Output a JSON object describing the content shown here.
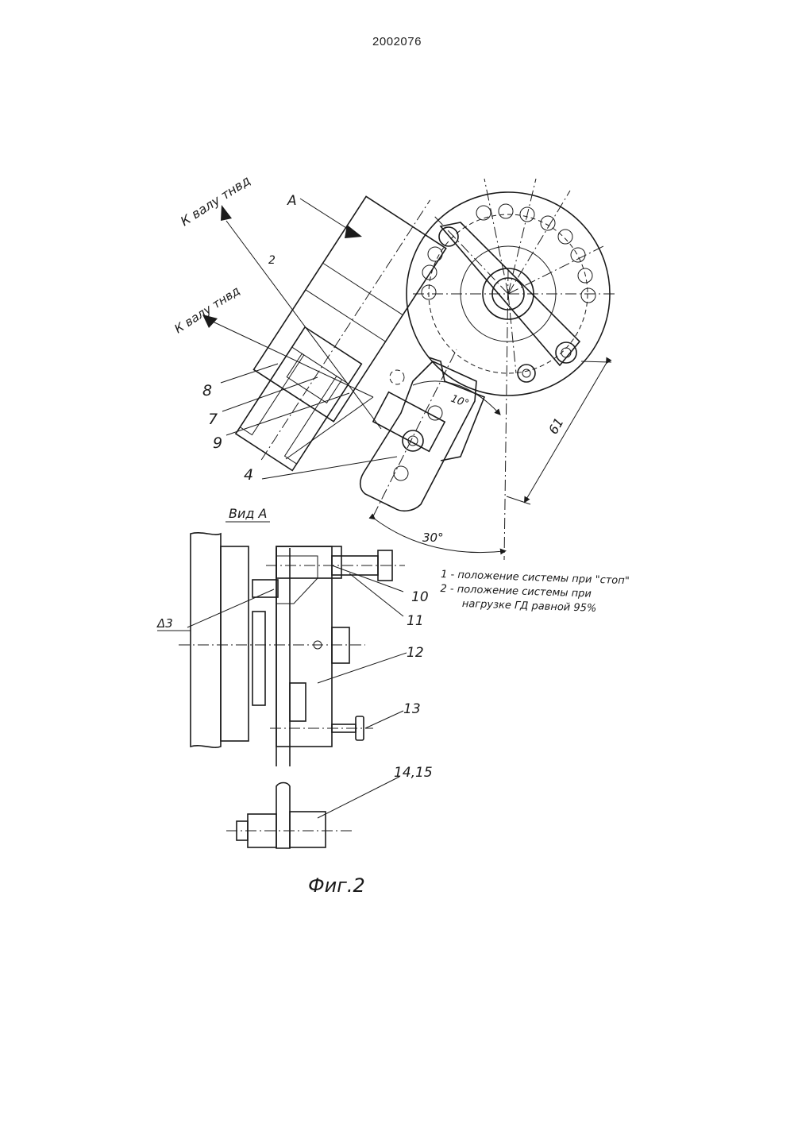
{
  "document": {
    "patent_number": "2002076",
    "figure_caption": "Фиг.2"
  },
  "drawing": {
    "shaft_label_upper": "К валу тнвд",
    "shaft_label_lower": "К валу тнвд",
    "view_arrow_letter": "А",
    "view_title": "Вид А",
    "angle_small": "10°",
    "angle_main": "30°",
    "dimension": "61",
    "clearance": "Δ3",
    "callouts": [
      "2",
      "8",
      "7",
      "9",
      "4",
      "10",
      "11",
      "12",
      "13",
      "14,15"
    ]
  },
  "legend": {
    "line1": "1 - положение системы при \"стоп\"",
    "line2a": "2 - положение системы при",
    "line2b": "нагрузке ГД равной 95%"
  }
}
